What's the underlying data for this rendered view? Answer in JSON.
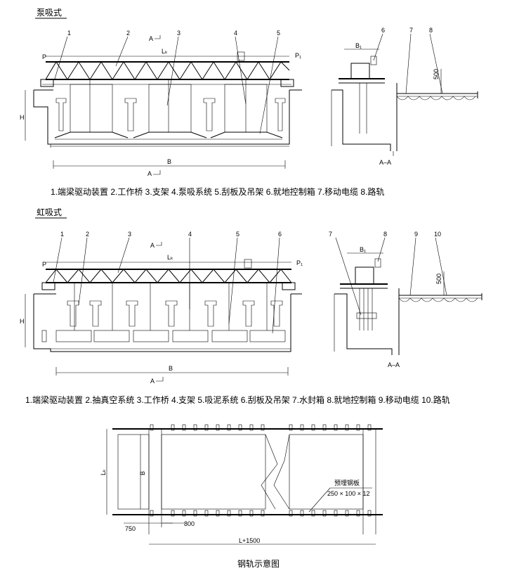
{
  "section1": {
    "title": "泵吸式",
    "callouts": [
      "1",
      "2",
      "3",
      "4",
      "5"
    ],
    "section_callouts": [
      "6",
      "7",
      "8"
    ],
    "legend": "1.端梁驱动装置  2.工作桥  3.支架  4.泵吸系统  5.刮板及吊架  6.就地控制箱  7.移动电缆  8.路轨",
    "dims": {
      "P": "P",
      "P1": "P₁",
      "Lk": "Lₖ",
      "H": "H",
      "B": "B",
      "A": "A",
      "B1": "B₁",
      "depth": "500",
      "section": "A–A"
    }
  },
  "section2": {
    "title": "虹吸式",
    "callouts": [
      "1",
      "2",
      "3",
      "4",
      "5",
      "6"
    ],
    "section_callouts": [
      "7",
      "8",
      "9",
      "10"
    ],
    "legend": "1.端梁驱动装置 2.抽真空系统 3.工作桥  4.支架  5.吸泥系统  6.刮板及吊架  7.水封箱   8.就地控制箱   9.移动电缆   10.路轨",
    "dims": {
      "P": "P",
      "P1": "P₁",
      "Lk": "Lₖ",
      "H": "H",
      "B": "B",
      "A": "A",
      "B1": "B₁",
      "depth": "500",
      "section": "A–A"
    }
  },
  "rail": {
    "Lk": "Lₖ",
    "B": "B",
    "plate_label": "预埋钢板",
    "plate_size": "250 × 100 × 12",
    "dim_750": "750",
    "dim_800": "800",
    "dim_total": "L+1500",
    "caption": "钢轨示意图"
  }
}
